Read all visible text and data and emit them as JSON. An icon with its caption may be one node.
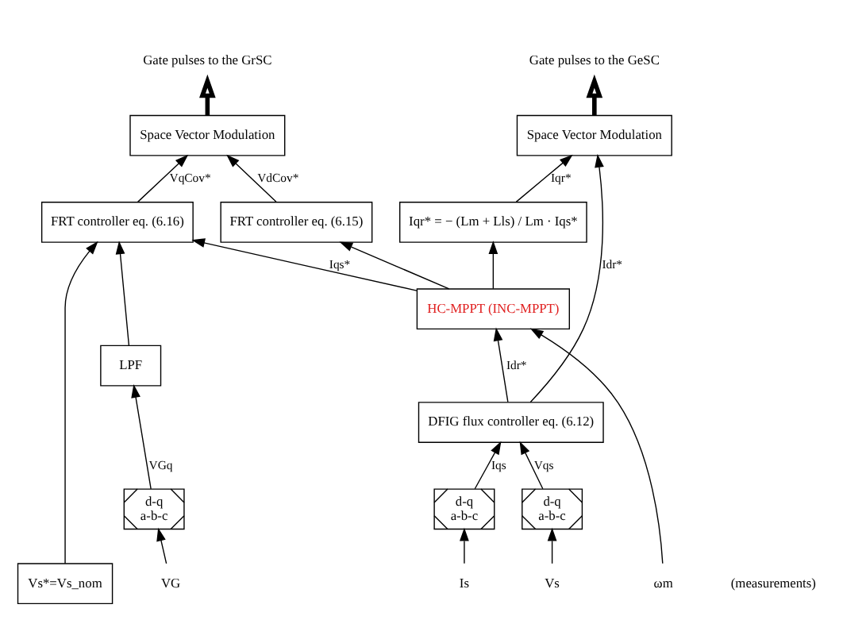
{
  "diagram": {
    "nodes": [
      {
        "text": [
          "Vs*=Vs_nom"
        ]
      },
      {
        "text": [
          "FRT controller eq. (6.16)"
        ]
      },
      {
        "text": [
          "FRT controller eq. (6.15)"
        ]
      },
      {
        "text": [
          "Space Vector Modulation"
        ]
      },
      {
        "text": [
          "Gate pulses to the GrSC"
        ]
      },
      {
        "text": [
          "Iqr* = − (Lm + Lls) / Lm · Iqs*"
        ]
      },
      {
        "text": [
          "Space Vector Modulation"
        ]
      },
      {
        "text": [
          "Gate pulses to the GeSC"
        ]
      },
      {
        "text": [
          "HC-MPPT (INC-MPPT)"
        ]
      },
      {
        "text": [
          "LPF"
        ]
      },
      {
        "text": [
          "DFIG flux controller eq. (6.12)"
        ]
      },
      {
        "text": [
          "d-q",
          "a-b-c"
        ]
      },
      {
        "text": [
          "d-q",
          "a-b-c"
        ]
      },
      {
        "text": [
          "d-q",
          "a-b-c"
        ]
      },
      {
        "text": [
          "VG"
        ]
      },
      {
        "text": [
          "ωm"
        ]
      },
      {
        "text": [
          "Vs"
        ]
      },
      {
        "text": [
          "Is"
        ]
      }
    ],
    "edges": [
      {
        "from": 0,
        "to": 1,
        "arrow": "to"
      },
      {
        "from": 9,
        "to": 1,
        "arrow": "to"
      },
      {
        "from": 8,
        "to": 1,
        "label": "Iqs*",
        "arrow": "to"
      },
      {
        "from": 8,
        "to": 2,
        "arrow": "to"
      },
      {
        "from": 8,
        "to": 5,
        "arrow": "to"
      },
      {
        "from": 1,
        "to": 3,
        "label": "VqCov*",
        "arrow": "to"
      },
      {
        "from": 2,
        "to": 3,
        "label": "VdCov*",
        "arrow": "to"
      },
      {
        "from": 3,
        "to": 4,
        "arrow": "to",
        "style": "thick"
      },
      {
        "from": 5,
        "to": 6,
        "label": "Iqr*",
        "arrow": "to"
      },
      {
        "from": 10,
        "to": 8,
        "label": "Idr*",
        "arrow": "to"
      },
      {
        "from": 10,
        "to": 6,
        "label": "Idr*",
        "arrow": "to"
      },
      {
        "from": 6,
        "to": 7,
        "arrow": "to",
        "style": "thick"
      },
      {
        "from": 11,
        "to": 9,
        "label": "VGq",
        "arrow": "to"
      },
      {
        "from": 15,
        "to": 8,
        "arrow": "to"
      },
      {
        "from": 12,
        "to": 10,
        "label": "Vqs",
        "arrow": "to"
      },
      {
        "from": 13,
        "to": 10,
        "label": "Iqs",
        "arrow": "to"
      },
      {
        "from": 14,
        "to": 11,
        "arrow": "to"
      },
      {
        "from": 16,
        "to": 12,
        "arrow": "to"
      },
      {
        "from": 17,
        "to": 13,
        "arrow": "to"
      }
    ],
    "labels": [
      "(measurements)"
    ]
  }
}
